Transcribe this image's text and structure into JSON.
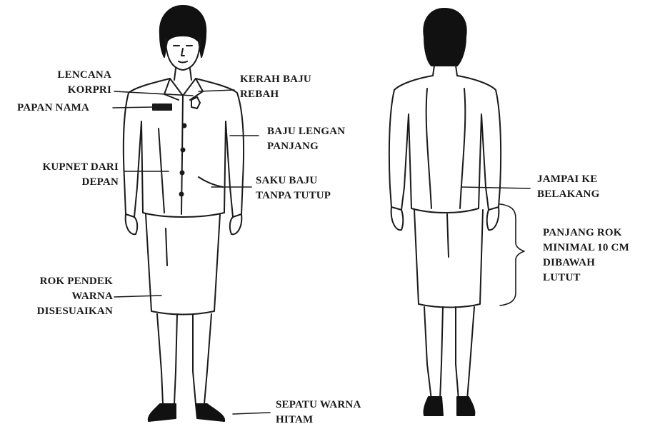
{
  "figure": {
    "front_view": {
      "labels": {
        "lencana_korpri": [
          "LENCANA",
          "KORPRI"
        ],
        "papan_nama": [
          "PAPAN NAMA"
        ],
        "kupnet": [
          "KUPNET DARI",
          "DEPAN"
        ],
        "rok_pendek": [
          "ROK PENDEK",
          "WARNA",
          "DISESUAIKAN"
        ],
        "kerah_baju": [
          "KERAH BAJU",
          "REBAH"
        ],
        "baju_lengan": [
          "BAJU LENGAN",
          "PANJANG"
        ],
        "saku_baju": [
          "SAKU BAJU",
          "TANPA TUTUP"
        ],
        "sepatu": [
          "SEPATU WARNA",
          "HITAM"
        ]
      }
    },
    "back_view": {
      "labels": {
        "jampai": [
          "JAMPAI KE",
          "BELAKANG"
        ],
        "panjang_rok": [
          "PANJANG ROK",
          "MINIMAL 10 CM",
          "DIBAWAH",
          "LUTUT"
        ]
      }
    }
  },
  "colors": {
    "ink": "#1a1a1a",
    "hair": "#111111",
    "shoe": "#111111",
    "background": "#ffffff"
  }
}
